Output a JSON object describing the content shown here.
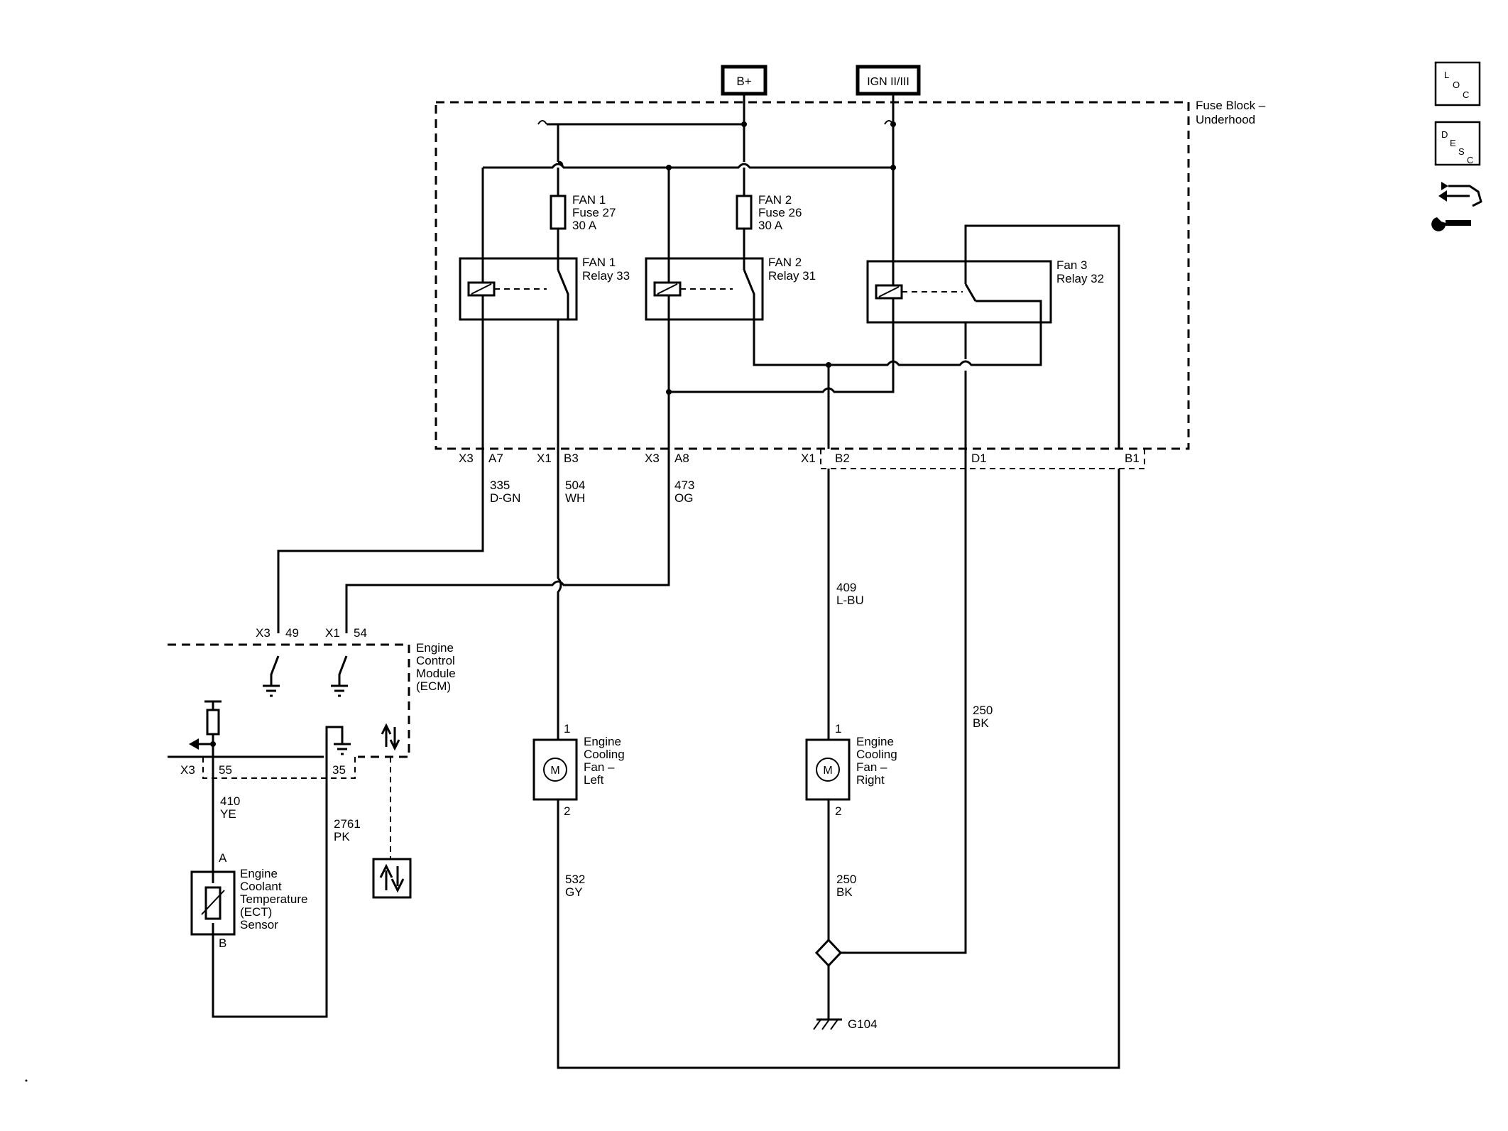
{
  "power_sources": {
    "battery": "B+",
    "ignition": "IGN II/III"
  },
  "fuse_block": {
    "title_line1": "Fuse Block –",
    "title_line2": "Underhood"
  },
  "fuses": [
    {
      "line1": "FAN 1",
      "line2": "Fuse 27",
      "line3": "30 A"
    },
    {
      "line1": "FAN 2",
      "line2": "Fuse 26",
      "line3": "30 A"
    }
  ],
  "relays": [
    {
      "line1": "FAN 1",
      "line2": "Relay 33"
    },
    {
      "line1": "FAN 2",
      "line2": "Relay 31"
    },
    {
      "line1": "Fan 3",
      "line2": "Relay 32"
    }
  ],
  "fuse_block_pins": {
    "x3_a": "X3",
    "a7": "A7",
    "x1_a": "X1",
    "b3": "B3",
    "x3_b": "X3",
    "a8": "A8",
    "x1_b": "X1",
    "b2": "B2",
    "d1": "D1",
    "b1": "B1"
  },
  "circuits": {
    "c335": {
      "num": "335",
      "color": "D-GN"
    },
    "c504": {
      "num": "504",
      "color": "WH"
    },
    "c473": {
      "num": "473",
      "color": "OG"
    },
    "c409": {
      "num": "409",
      "color": "L-BU"
    },
    "c250a": {
      "num": "250",
      "color": "BK"
    },
    "c250b": {
      "num": "250",
      "color": "BK"
    },
    "c532": {
      "num": "532",
      "color": "GY"
    },
    "c410": {
      "num": "410",
      "color": "YE"
    },
    "c2761": {
      "num": "2761",
      "color": "PK"
    }
  },
  "ecm": {
    "line1": "Engine",
    "line2": "Control",
    "line3": "Module",
    "line4": "(ECM)",
    "pins_top": {
      "x3": "X3",
      "p49": "49",
      "x1": "X1",
      "p54": "54"
    },
    "pins_bottom": {
      "x3": "X3",
      "p55": "55",
      "p35": "35"
    }
  },
  "fans": {
    "left": {
      "line1": "Engine",
      "line2": "Cooling",
      "line3": "Fan –",
      "line4": "Left",
      "pin1": "1",
      "pin2": "2",
      "symbol": "M"
    },
    "right": {
      "line1": "Engine",
      "line2": "Cooling",
      "line3": "Fan –",
      "line4": "Right",
      "pin1": "1",
      "pin2": "2",
      "symbol": "M"
    }
  },
  "ect_sensor": {
    "line1": "Engine",
    "line2": "Coolant",
    "line3": "Temperature",
    "line4": "(ECT)",
    "line5": "Sensor",
    "pin_a": "A",
    "pin_b": "B"
  },
  "ground": {
    "label": "G104"
  },
  "side_buttons": {
    "loc": {
      "l": "L",
      "o": "O",
      "c": "C"
    },
    "desc": {
      "d": "D",
      "e": "E",
      "s": "S",
      "c": "C"
    }
  }
}
